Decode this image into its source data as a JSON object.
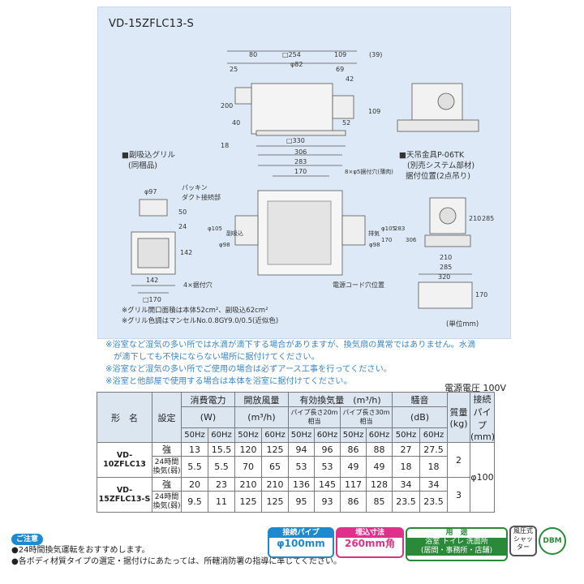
{
  "model_title": "VD-15ZFLC13-S",
  "drawing": {
    "top_dims": [
      "80",
      "□254",
      "φ82",
      "109",
      "(39)",
      "25",
      "69",
      "42",
      "200",
      "40",
      "18",
      "52",
      "109",
      "□330"
    ],
    "grille_title": "■副吸込グリル",
    "grille_sub": "(同梱品)",
    "grille_dims": [
      "φ97",
      "パッキン",
      "ダクト接続部",
      "50",
      "24",
      "142",
      "142",
      "□170",
      "4×据付穴"
    ],
    "plan_dims": [
      "306",
      "283",
      "170",
      "8×φ5据付穴(薄肉)",
      "副吸込",
      "排気",
      "φ105",
      "φ98",
      "φ98",
      "φ105",
      "170",
      "283",
      "306",
      "電源コード穴位置"
    ],
    "bracket_title": "■天吊金具P-06TK",
    "bracket_sub1": "(別売システム部材)",
    "bracket_sub2": "据付位置(2点吊り)",
    "bracket_dims": [
      "210",
      "285",
      "210",
      "285",
      "320",
      "170"
    ],
    "note1": "※グリル開口面積は本体52cm²、副吸込62cm²",
    "note2": "※グリル色調はマンセルNo.0.8GY9.0/0.5(近似色)",
    "unit": "(単位mm)"
  },
  "notes": [
    "※浴室など湿気の多い所では水滴が滴下する場合がありますが、換気扇の異常ではありません。水滴",
    "　が滴下しても不快にならない場所に据付けてください。",
    "※浴室など湿気の多い所でご使用の場合は必ずアース工事を行ってください。",
    "※浴室と他部屋で使用する場合は本体を浴室に据付けてください。"
  ],
  "power_label": "電源電圧 100V",
  "table": {
    "h_model": "形　名",
    "h_setting": "設定",
    "h_power": "消費電力",
    "h_power_unit": "(W)",
    "h_open": "開放風量",
    "h_open_unit": "(m³/h)",
    "h_eff": "有効換気量　(m³/h)",
    "h_pipe20": "パイプ長さ20m相当",
    "h_pipe30": "パイプ長さ30m相当",
    "h_noise": "騒音",
    "h_noise_unit": "(dB)",
    "h_mass": "質量",
    "h_mass_unit": "(kg)",
    "h_pipe": "接続",
    "h_pipe2": "パイプ",
    "h_pipe_unit": "(mm)",
    "hz50": "50Hz",
    "hz60": "60Hz",
    "rows": [
      {
        "model": "VD-10ZFLC13",
        "setting": "強",
        "vals": [
          "13",
          "15.5",
          "120",
          "125",
          "94",
          "96",
          "86",
          "88",
          "27",
          "27.5"
        ],
        "mass": "2"
      },
      {
        "model": "",
        "setting": "24時間換気(弱)",
        "vals": [
          "5.5",
          "5.5",
          "70",
          "65",
          "53",
          "53",
          "49",
          "49",
          "18",
          "18"
        ],
        "mass": ""
      },
      {
        "model": "VD-15ZFLC13-S",
        "setting": "強",
        "vals": [
          "20",
          "23",
          "210",
          "210",
          "136",
          "145",
          "117",
          "128",
          "34",
          "34"
        ],
        "mass": "3"
      },
      {
        "model": "",
        "setting": "24時間換気(弱)",
        "vals": [
          "9.5",
          "11",
          "125",
          "125",
          "95",
          "93",
          "86",
          "85",
          "23.5",
          "23.5"
        ],
        "mass": ""
      }
    ],
    "pipe_value": "φ100"
  },
  "footer": {
    "caution": "ご注意",
    "line1": "●24時間換気運転をおすすめします。",
    "line2": "●各ボディ材質タイプの選定・据付けにあたっては、所轄消防署の指導に準じてください。"
  },
  "badges": {
    "pipe_head": "接続パイプ",
    "pipe_val": "φ100mm",
    "size_head": "埋込寸法",
    "size_val": "260mm角",
    "use_head": "用　途",
    "use1": "浴室",
    "use2": "トイレ",
    "use3": "洗面所",
    "use_sub": "(居間・事務所・店舗)",
    "shutter": "風圧式シャッター",
    "dbm": "DBM"
  }
}
